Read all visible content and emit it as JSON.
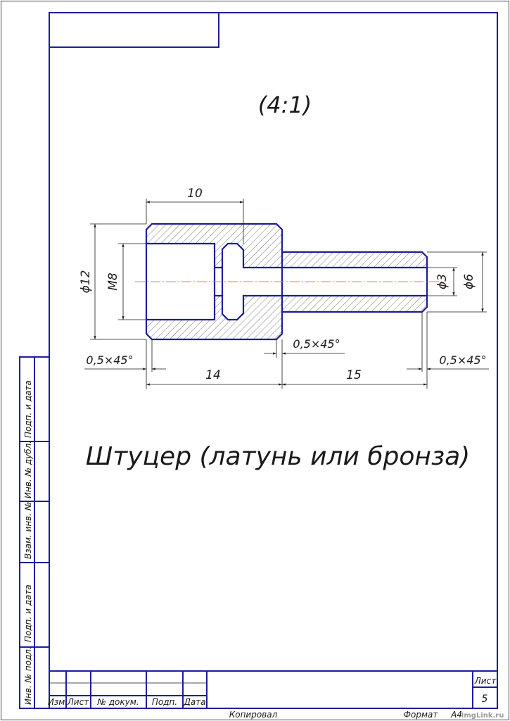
{
  "drawing": {
    "scale": "(4:1)",
    "title": "Штуцер (латунь или бронза)"
  },
  "dimensions": {
    "top_length": "10",
    "dia_outer": "ϕ12",
    "thread": "M8",
    "dia_bore": "ϕ3",
    "dia_shaft": "ϕ6",
    "chamfer_left": "0,5×45°",
    "chamfer_mid": "0,5×45°",
    "chamfer_right": "0,5×45°",
    "len_head": "14",
    "len_shaft": "15"
  },
  "side_stamp": {
    "cells": [
      "Инв. № подл.",
      "Подп. и дата",
      "Взам. инв. №",
      "Инв. № дубл.",
      "Подп. и дата"
    ]
  },
  "title_block": {
    "izm": "Изм.",
    "list": "Лист",
    "doc_no": "№ докум.",
    "podp": "Подп.",
    "data": "Дата",
    "sheet_label": "Лист",
    "sheet_number": "5"
  },
  "footer": {
    "copied": "Копировал",
    "format_label": "Формат",
    "format_value": "A4",
    "watermark": "ImgLink.ru"
  }
}
